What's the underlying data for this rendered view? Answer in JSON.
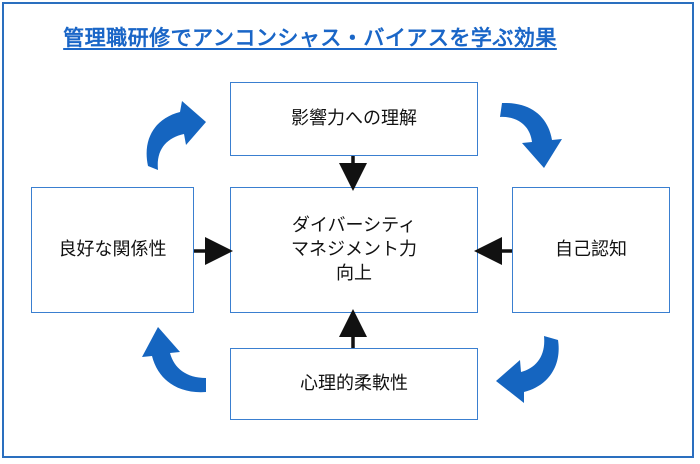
{
  "title": "管理職研修でアンコンシャス・バイアスを学ぶ効果",
  "boxes": {
    "top": "影響力への理解",
    "left": "良好な関係性",
    "right": "自己認知",
    "bottom": "心理的柔軟性",
    "center_line1": "ダイバーシティ",
    "center_line2": "マネジメント力",
    "center_line3": "向上"
  },
  "colors": {
    "accent": "#1a66c7",
    "border": "#3a7fd0",
    "cycle_arrow": "#1565c0",
    "connector_arrow": "#111111"
  }
}
